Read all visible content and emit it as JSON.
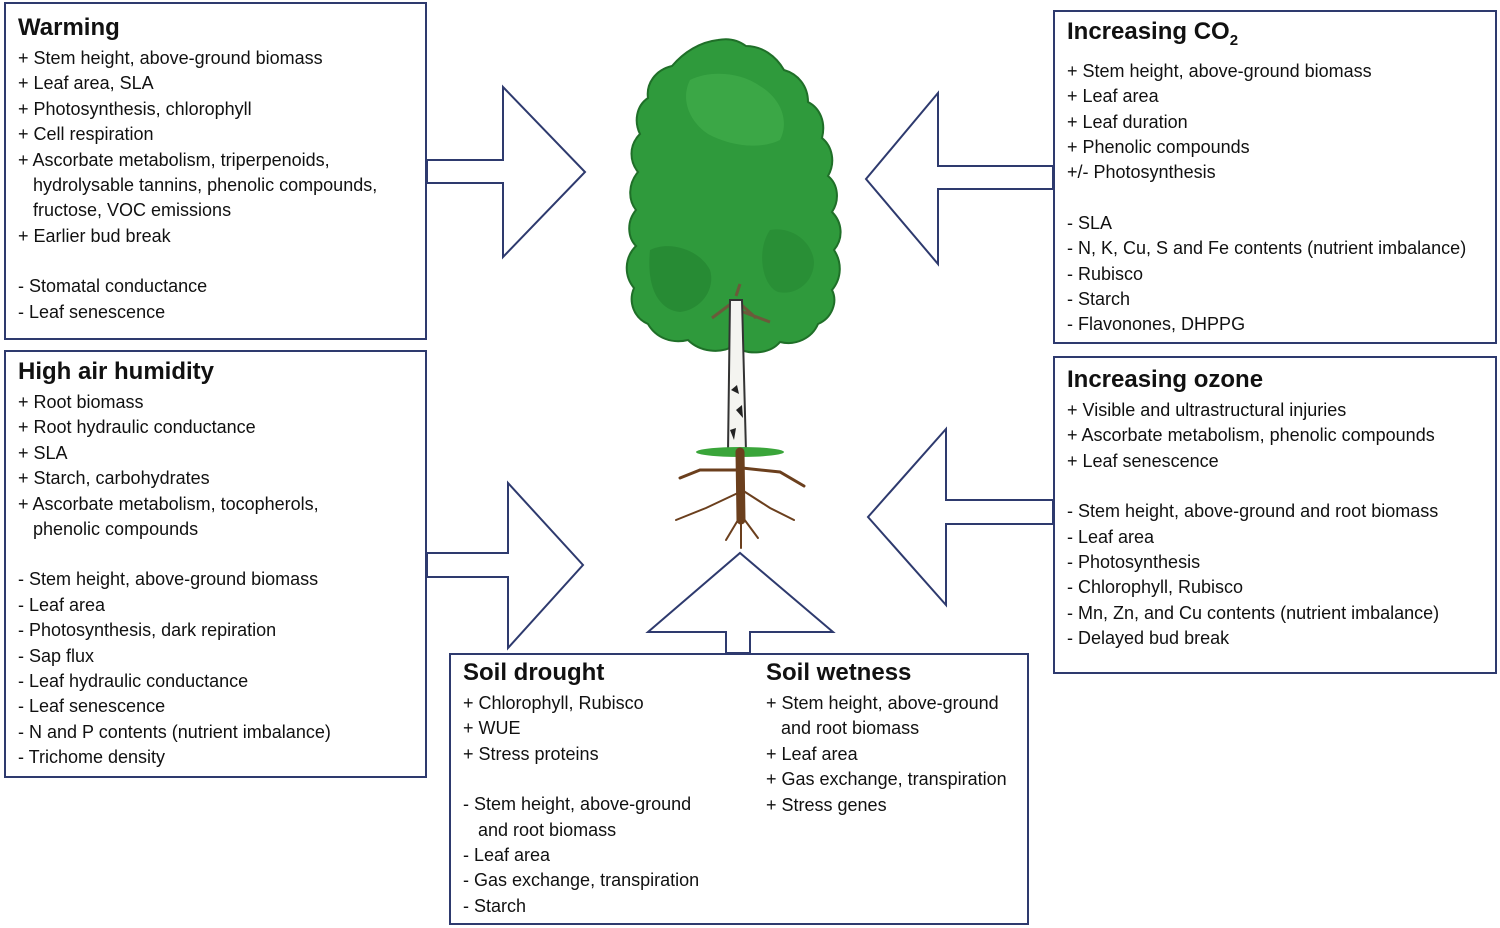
{
  "warming": {
    "title": "Warming",
    "increases": [
      "+ Stem height, above-ground biomass",
      "+ Leaf area, SLA",
      "+ Photosynthesis, chlorophyll",
      "+ Cell respiration",
      "+ Ascorbate metabolism, triperpenoids,",
      "   hydrolysable tannins, phenolic compounds,",
      "   fructose, VOC emissions",
      "+ Earlier bud break"
    ],
    "decreases": [
      "- Stomatal conductance",
      "- Leaf senescence"
    ]
  },
  "humidity": {
    "title": "High air humidity",
    "increases": [
      "+ Root biomass",
      "+ Root hydraulic conductance",
      "+ SLA",
      "+ Starch, carbohydrates",
      "+ Ascorbate metabolism, tocopherols,",
      "   phenolic compounds"
    ],
    "decreases": [
      "- Stem height, above-ground biomass",
      "- Leaf area",
      "- Photosynthesis, dark repiration",
      "- Sap flux",
      "- Leaf hydraulic conductance",
      "- Leaf senescence",
      "- N and P contents (nutrient imbalance)",
      "- Trichome density"
    ]
  },
  "co2": {
    "title": "Increasing CO",
    "title_sub": "2",
    "increases": [
      "+ Stem height, above-ground biomass",
      "+ Leaf area",
      "+ Leaf duration",
      "+ Phenolic compounds",
      "+/- Photosynthesis"
    ],
    "decreases": [
      "- SLA",
      "- N, K, Cu, S and Fe contents (nutrient imbalance)",
      "- Rubisco",
      "- Starch",
      "- Flavonones, DHPPG"
    ]
  },
  "ozone": {
    "title": "Increasing ozone",
    "increases": [
      "+ Visible and ultrastructural injuries",
      "+ Ascorbate metabolism, phenolic compounds",
      "+ Leaf senescence"
    ],
    "decreases": [
      "- Stem height, above-ground and root biomass",
      "- Leaf area",
      "- Photosynthesis",
      "- Chlorophyll, Rubisco",
      "- Mn, Zn, and Cu contents (nutrient imbalance)",
      "- Delayed bud break"
    ]
  },
  "drought": {
    "title": "Soil drought",
    "increases": [
      "+ Chlorophyll, Rubisco",
      "+ WUE",
      "+ Stress proteins"
    ],
    "decreases": [
      "- Stem height, above-ground",
      "   and root biomass",
      "- Leaf area",
      "- Gas exchange, transpiration",
      "- Starch"
    ]
  },
  "wetness": {
    "title": "Soil wetness",
    "increases": [
      "+ Stem height, above-ground",
      "   and root biomass",
      "+ Leaf area",
      "+ Gas exchange, transpiration",
      "+ Stress genes"
    ],
    "decreases": []
  },
  "colors": {
    "border": "#2e3a6e",
    "foliage": "#2f9a3c",
    "foliage_dark": "#1f7a2a",
    "root": "#6b3f1d",
    "grass": "#3aa53a"
  }
}
